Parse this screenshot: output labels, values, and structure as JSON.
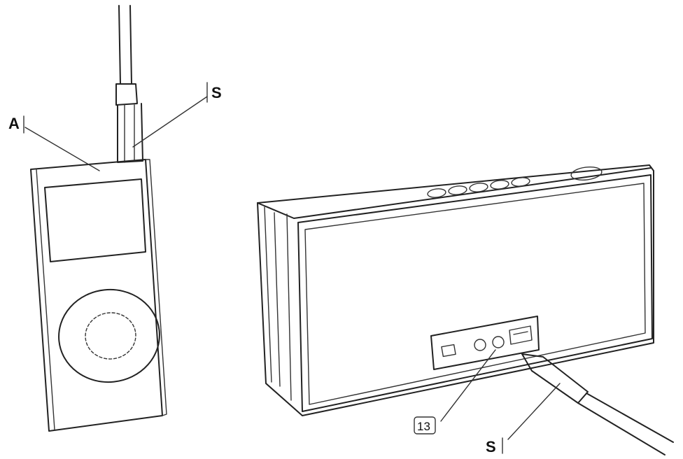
{
  "callouts": {
    "a": "A",
    "s_top": "S",
    "s_bottom": "S",
    "port_number": "13"
  }
}
